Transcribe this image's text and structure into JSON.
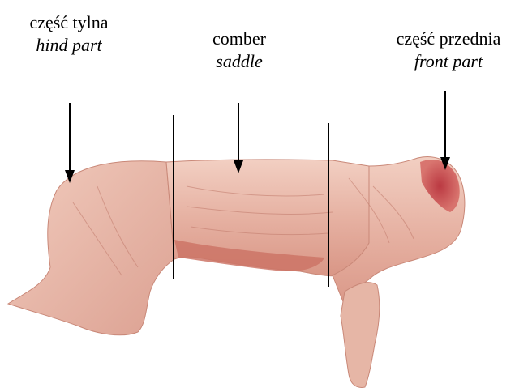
{
  "labels": {
    "hind": {
      "pl": "część tylna",
      "en": "hind part"
    },
    "saddle": {
      "pl": "comber",
      "en": "saddle"
    },
    "front": {
      "pl": "część przednia",
      "en": "front part"
    }
  },
  "colors": {
    "meat_light": "#eec2b4",
    "meat_mid": "#dd9f90",
    "meat_dark": "#c8665b",
    "meat_red": "#c0373e",
    "line": "#000000"
  }
}
